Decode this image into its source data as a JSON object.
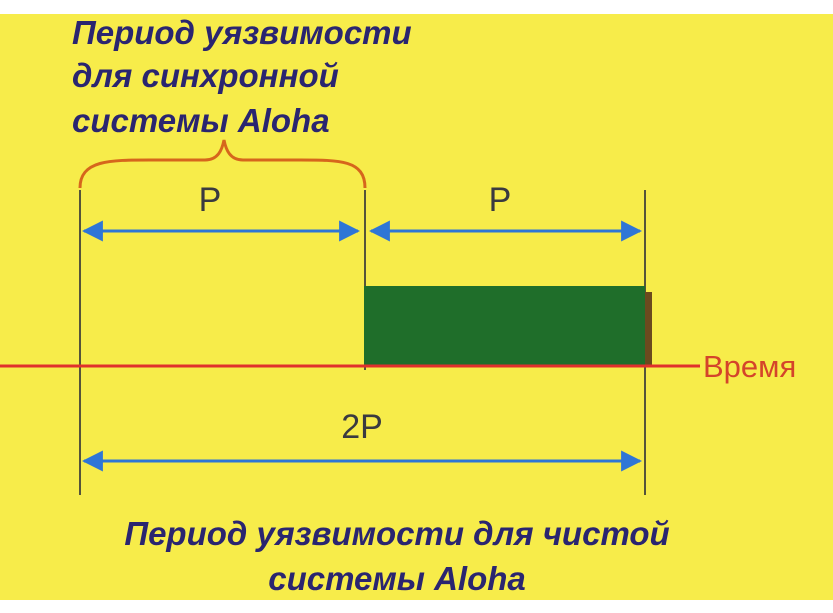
{
  "top_caption": {
    "line1": "Период уязвимости",
    "line2": "для синхронной",
    "line3": "системы Aloha"
  },
  "bottom_caption": {
    "line1": "Период уязвимости для чистой",
    "line2": "системы Aloha"
  },
  "labels": {
    "p_left": "P",
    "p_right": "P",
    "two_p": "2P",
    "time_axis": "Время"
  },
  "colors": {
    "background": "#f7ec4a",
    "caption_text": "#2a2570",
    "time_axis": "#e0302c",
    "time_label": "#d4442a",
    "arrow": "#2f76d6",
    "frame": "#1f6e2a",
    "brace": "#d6661c",
    "marker": "#55543a"
  }
}
